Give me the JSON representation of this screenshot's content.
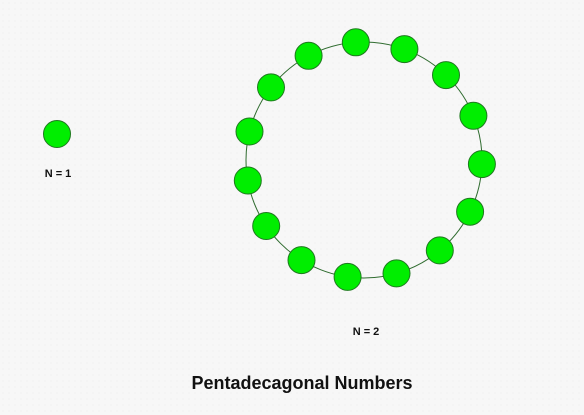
{
  "title": "Pentadecagonal Numbers",
  "colors": {
    "dot_fill": "#00ee00",
    "dot_stroke": "#1f7a1f",
    "ring_stroke": "#2e6b2e",
    "text": "#111111"
  },
  "figures": [
    {
      "label": "N = 1",
      "dots": 1
    },
    {
      "label": "N = 2",
      "dots": 15
    }
  ]
}
